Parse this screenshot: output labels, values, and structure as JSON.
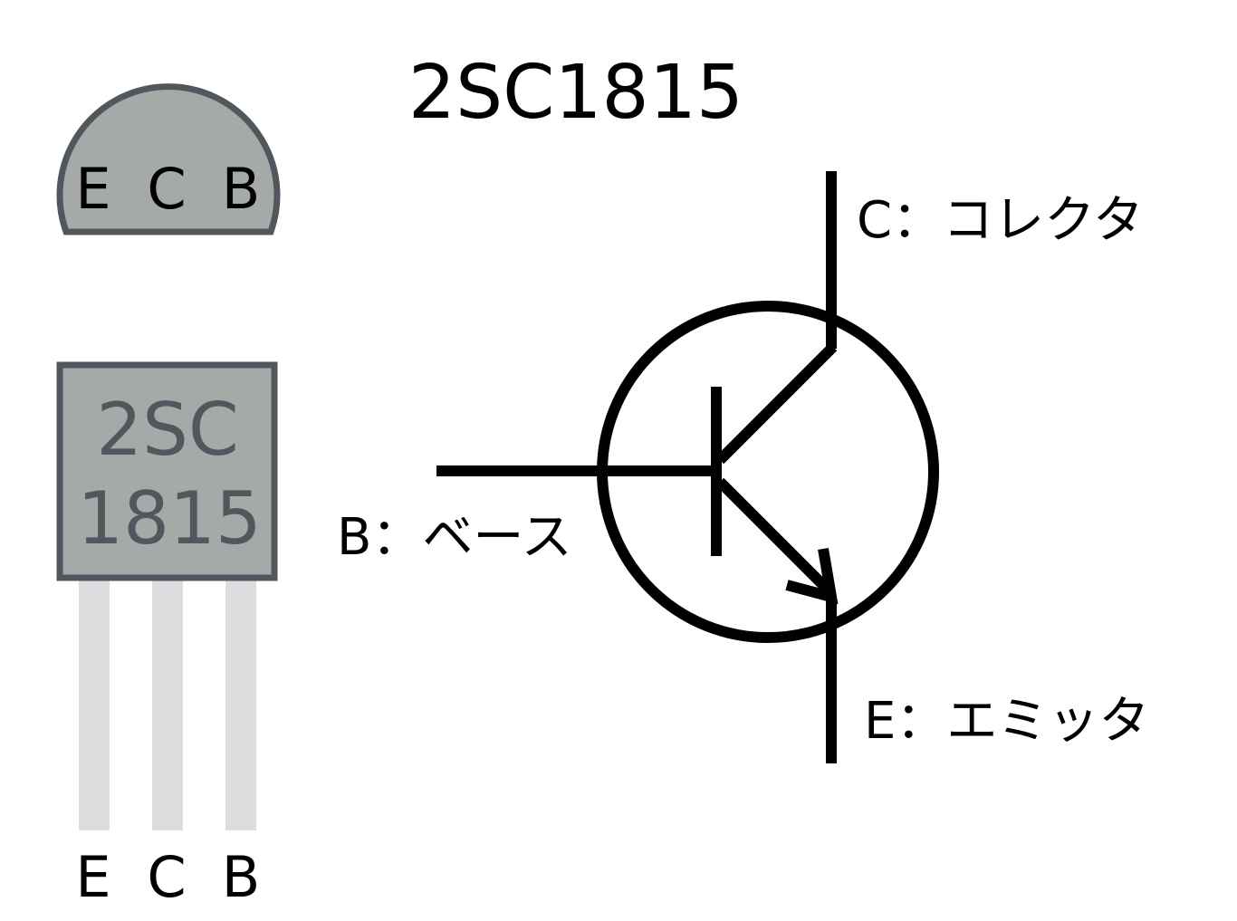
{
  "title": "2SC1815",
  "top_view": {
    "pins": [
      "E",
      "C",
      "B"
    ]
  },
  "package": {
    "marking_line1": "2SC",
    "marking_line2": "1815"
  },
  "bottom_pins": [
    "E",
    "C",
    "B"
  ],
  "schematic": {
    "collector_label": "C：コレクタ",
    "base_label": "B：ベース",
    "emitter_label": "E：エミッタ"
  },
  "colors": {
    "body_fill": "#a5a9a8",
    "body_stroke": "#52575e",
    "leg": "#dcdddf",
    "ink": "#000000"
  }
}
